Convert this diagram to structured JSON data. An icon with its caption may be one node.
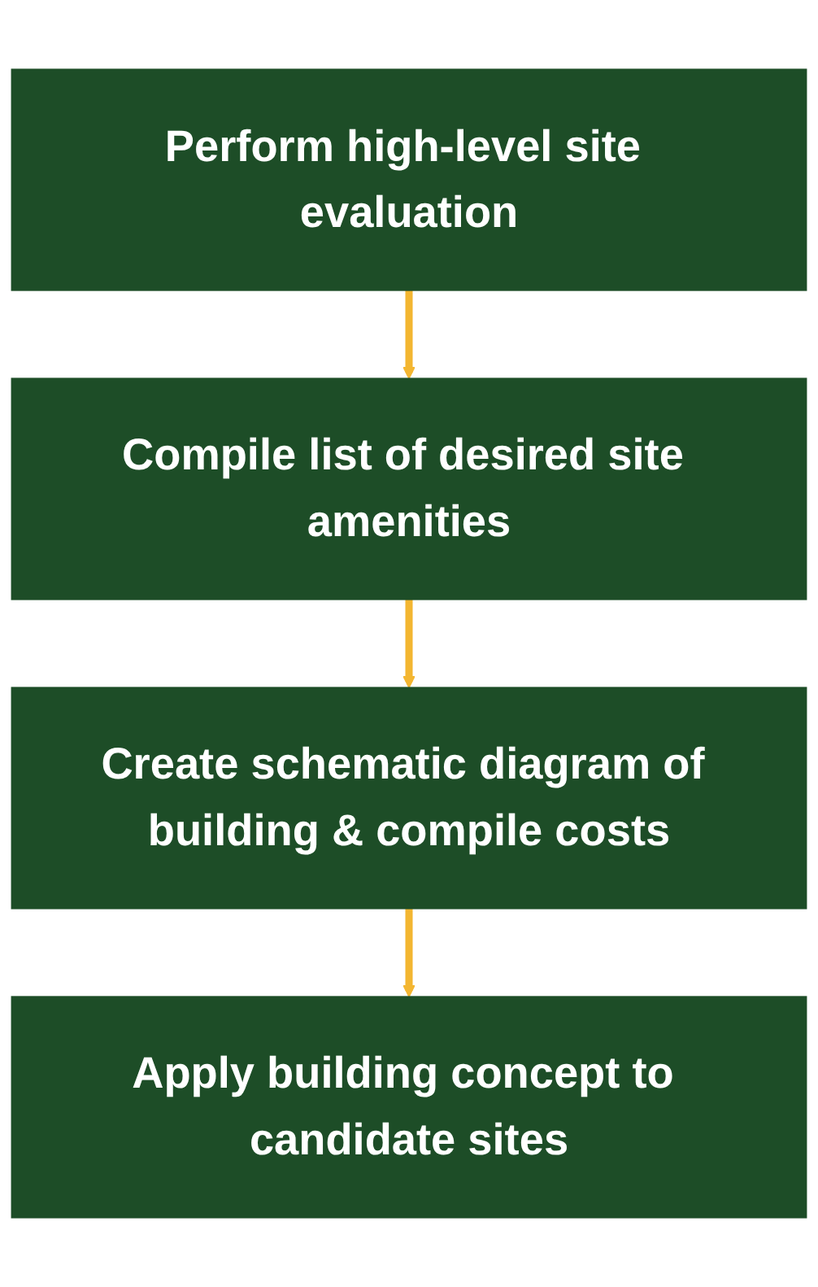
{
  "diagram": {
    "nodes": [
      {
        "text": [
          "Perform high-level site evaluation"
        ]
      },
      {
        "text": [
          "Compile list of desired site amenities"
        ]
      },
      {
        "text": [
          "Create schematic diagram of building & compile costs"
        ]
      },
      {
        "text": [
          "Apply building concept to candidate sites"
        ]
      }
    ],
    "edges": [
      {
        "from": 0,
        "to": 1,
        "arrow": "to"
      },
      {
        "from": 1,
        "to": 2,
        "arrow": "to"
      },
      {
        "from": 2,
        "to": 3,
        "arrow": "to"
      }
    ]
  }
}
